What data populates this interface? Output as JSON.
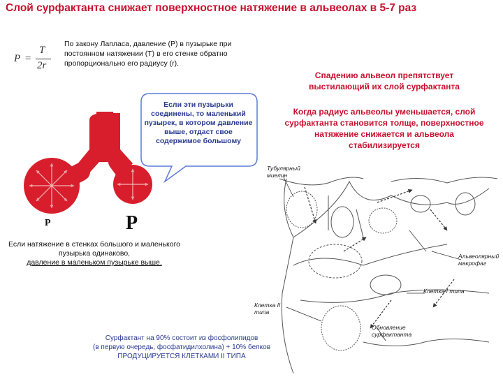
{
  "title": "Слой сурфактанта снижает поверхностное натяжение в альвеолах в 5-7 раз",
  "formula": {
    "lhs": "P",
    "eq": "=",
    "numerator": "T",
    "denominator": "2r"
  },
  "laplace_text": "По закону Лапласа, давление (P) в пузырьке при постоянном натяжении (T) в его стенке обратно пропорционально его радиусу (r).",
  "collapse_text": "Спадению альвеол препятствует выстилающий их слой сурфактанта",
  "radius_text": "Когда радиус альвеолы уменьшается, слой сурфактанта становится толще, поверхностное натяжение снижается и альвеола стабилизируется",
  "callout_text": "Если эти пузырьки соединены, то маленький пузырек, в котором давление выше, отдаст свое содержимое большому",
  "bubble_labels": {
    "small": "P",
    "large": "P"
  },
  "tension_text": {
    "line1": "Если натяжение в стенках большого и маленького пузырька одинаково,",
    "line2": "давление в маленьком пузырьке выше."
  },
  "labels": {
    "tubular_myelin": "Тубулярный миелин",
    "macrophage": "Альвеолярный макрофаг",
    "cell_type1": "Клетка I типа",
    "cell_type2": "Клетка II типа",
    "surfactant_renewal": "Обновление сурфактанта"
  },
  "bottom_note": {
    "line1": "Сурфактант на 90% состоит из фосфолипидов",
    "line2": "(в первую очередь, фосфатидилхолина) + 10% белков",
    "line3": "ПРОДУЦИРУЕТСЯ КЛЕТКАМИ II ТИПА"
  },
  "colors": {
    "title": "#c8102e",
    "bubble": "#d81e2c",
    "callout_border": "#5b7bd6",
    "note": "#2a3b8f"
  }
}
